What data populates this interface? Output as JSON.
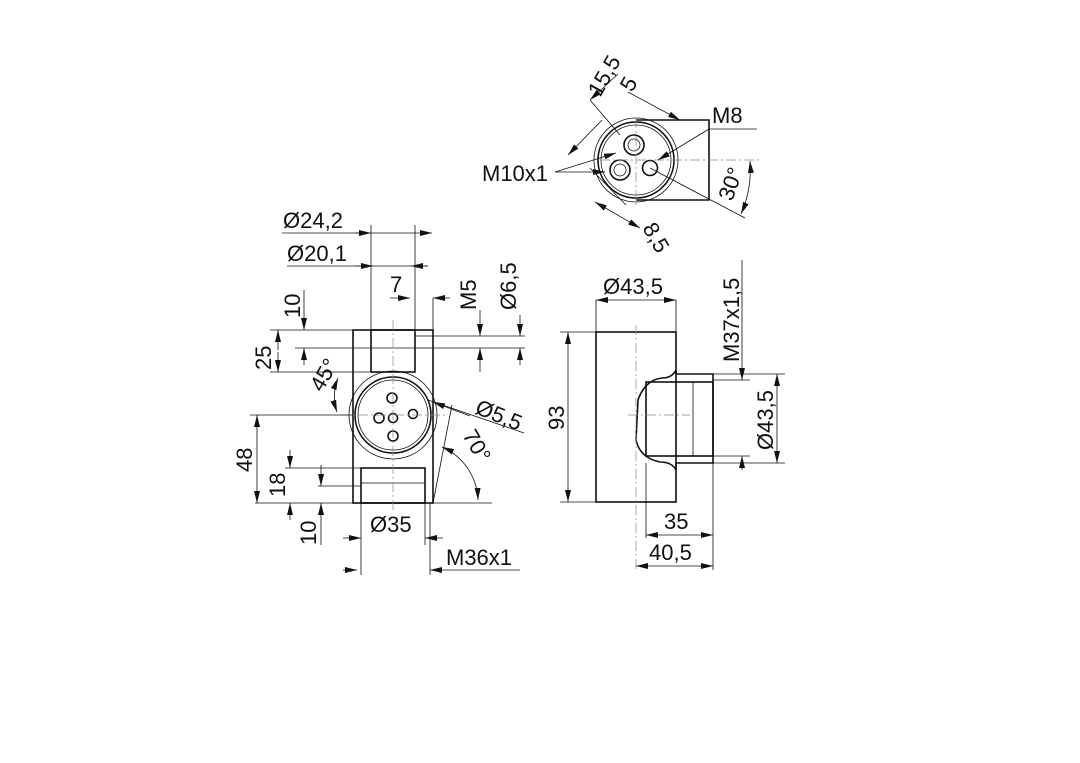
{
  "front_view": {
    "dim_d24_2": "Ø24,2",
    "dim_d20_1": "Ø20,1",
    "dim_7": "7",
    "dim_m5": "M5",
    "dim_d6_5": "Ø6,5",
    "dim_10_top": "10",
    "dim_25": "25",
    "dim_45deg": "45°",
    "dim_d5_5": "Ø5,5",
    "dim_70deg": "70°",
    "dim_48": "48",
    "dim_18": "18",
    "dim_10_bottom": "10",
    "dim_d35": "Ø35",
    "dim_m36x1": "M36x1"
  },
  "top_view": {
    "dim_15_5": "15,5",
    "dim_5": "5",
    "dim_m8": "M8",
    "dim_m10x1": "M10x1",
    "dim_30deg": "30°",
    "dim_8_5": "8,5"
  },
  "side_view": {
    "dim_d43_5_top": "Ø43,5",
    "dim_m37x1_5": "M37x1,5",
    "dim_d43_5_right": "Ø43,5",
    "dim_93": "93",
    "dim_35": "35",
    "dim_40_5": "40,5"
  }
}
